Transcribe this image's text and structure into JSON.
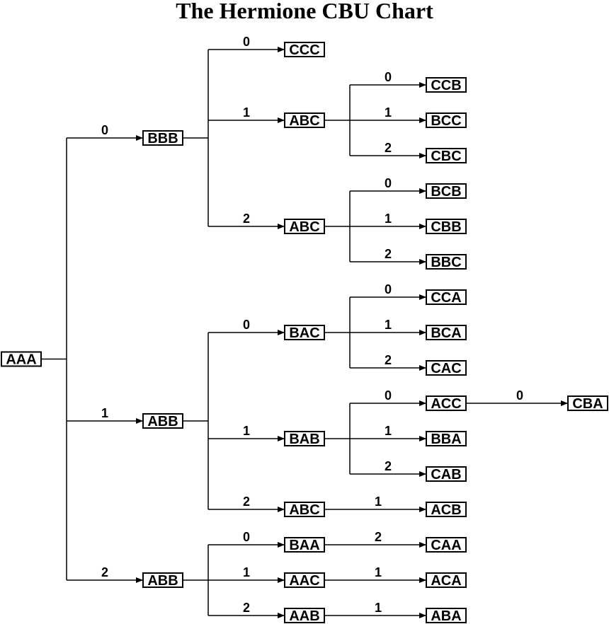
{
  "title": "The Hermione CBU Chart",
  "colors": {
    "stroke": "#000000",
    "background": "#ffffff"
  },
  "tree": {
    "label": "AAA",
    "children": [
      {
        "edge": "0",
        "label": "BBB",
        "children": [
          {
            "edge": "0",
            "label": "CCC",
            "children": []
          },
          {
            "edge": "1",
            "label": "ABC",
            "children": [
              {
                "edge": "0",
                "label": "CCB",
                "children": []
              },
              {
                "edge": "1",
                "label": "BCC",
                "children": []
              },
              {
                "edge": "2",
                "label": "CBC",
                "children": []
              }
            ]
          },
          {
            "edge": "2",
            "label": "ABC",
            "children": [
              {
                "edge": "0",
                "label": "BCB",
                "children": []
              },
              {
                "edge": "1",
                "label": "CBB",
                "children": []
              },
              {
                "edge": "2",
                "label": "BBC",
                "children": []
              }
            ]
          }
        ]
      },
      {
        "edge": "1",
        "label": "ABB",
        "children": [
          {
            "edge": "0",
            "label": "BAC",
            "children": [
              {
                "edge": "0",
                "label": "CCA",
                "children": []
              },
              {
                "edge": "1",
                "label": "BCA",
                "children": []
              },
              {
                "edge": "2",
                "label": "CAC",
                "children": []
              }
            ]
          },
          {
            "edge": "1",
            "label": "BAB",
            "children": [
              {
                "edge": "0",
                "label": "ACC",
                "children": [
                  {
                    "edge": "0",
                    "label": "CBA",
                    "children": []
                  }
                ]
              },
              {
                "edge": "1",
                "label": "BBA",
                "children": []
              },
              {
                "edge": "2",
                "label": "CAB",
                "children": []
              }
            ]
          },
          {
            "edge": "2",
            "label": "ABC",
            "children": [
              {
                "edge": "1",
                "label": "ACB",
                "children": []
              }
            ]
          }
        ]
      },
      {
        "edge": "2",
        "label": "ABB",
        "children": [
          {
            "edge": "0",
            "label": "BAA",
            "children": [
              {
                "edge": "2",
                "label": "CAA",
                "children": []
              }
            ]
          },
          {
            "edge": "1",
            "label": "AAC",
            "children": [
              {
                "edge": "1",
                "label": "ACA",
                "children": []
              }
            ]
          },
          {
            "edge": "2",
            "label": "AAB",
            "children": [
              {
                "edge": "1",
                "label": "ABA",
                "children": []
              }
            ]
          }
        ]
      }
    ]
  }
}
